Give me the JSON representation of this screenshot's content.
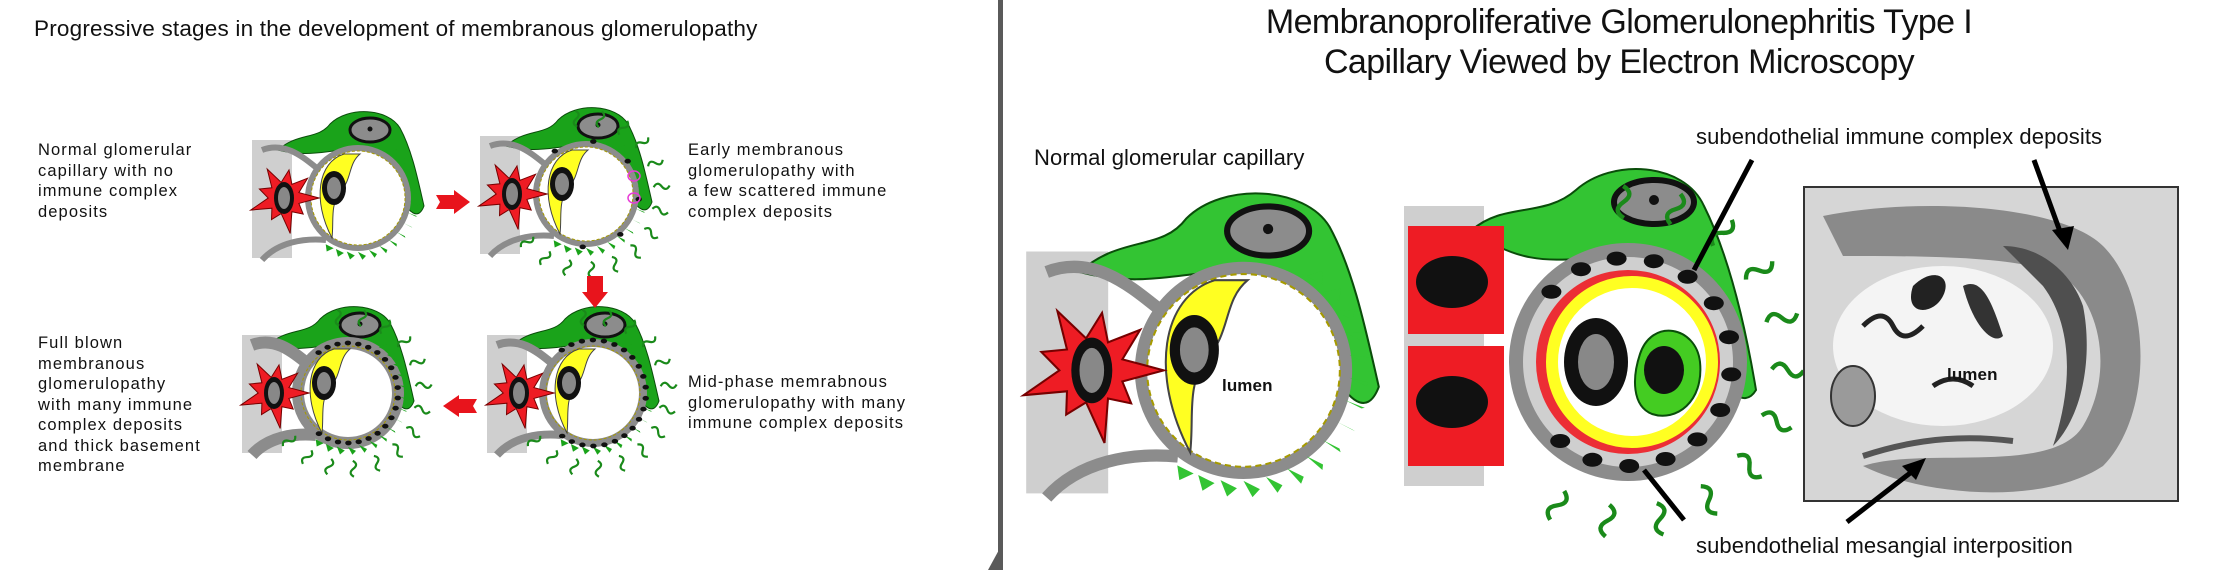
{
  "left_figure": {
    "title": "Progressive stages in the development of membranous glomerulopathy",
    "stages": [
      {
        "id": "normal",
        "caption": "Normal glomerular\ncapillary with no\nimmune complex\ndeposits"
      },
      {
        "id": "early",
        "caption": "Early membranous\nglomerulopathy with\na few scattered immune\ncomplex deposits"
      },
      {
        "id": "mid",
        "caption": "Mid-phase memrabnous\nglomerulopathy with many\nimmune complex deposits"
      },
      {
        "id": "full",
        "caption": "Full blown\nmembranous\nglomerulopathy\nwith many immune\ncomplex deposits\nand thick basement\nmembrane"
      }
    ],
    "sequence": [
      "normal",
      "early",
      "mid",
      "full"
    ]
  },
  "right_figure": {
    "title_line1": "Membranoproliferative Glomerulonephritis Type I",
    "title_line2": "Capillary Viewed by Electron Microscopy",
    "normal_label": "Normal glomerular capillary",
    "lumen_label": "lumen",
    "annotation_top": "subendothelial immune complex deposits",
    "annotation_bottom": "subendothelial mesangial interposition",
    "micrograph_lumen_label": "lumen"
  },
  "colors": {
    "podocyte_green": "#1aa31a",
    "podocyte_green_light": "#33c433",
    "mesangial_red": "#ee1c24",
    "endothelial_yellow": "#ffff22",
    "basement_gray": "#8c8c8c",
    "matrix_lightgray": "#cfcfcf",
    "deposit_black": "#111111",
    "arrow_red": "#e8141c",
    "deposit_magenta": "#e83cd6"
  }
}
